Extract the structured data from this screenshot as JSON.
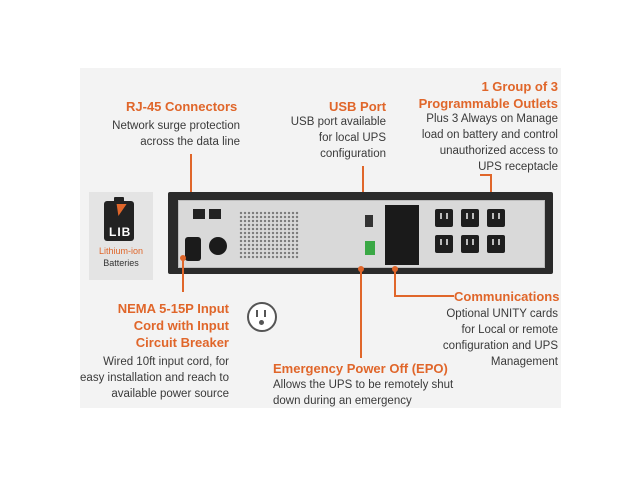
{
  "colors": {
    "accent": "#e0662a",
    "text": "#3a3a3a",
    "panel": "#f3f3f3"
  },
  "rj45": {
    "heading": "RJ-45 Connectors",
    "desc": [
      "Network surge protection",
      "across the data line"
    ]
  },
  "usb": {
    "heading": "USB Port",
    "desc": [
      "USB port available",
      "for local UPS",
      "configuration"
    ]
  },
  "outlets": {
    "heading": [
      "1 Group of 3",
      "Programmable Outlets"
    ],
    "desc": [
      "Plus 3 Always on Manage",
      "load on battery and control",
      "unauthorized access to",
      "UPS receptacle"
    ]
  },
  "lib": {
    "icon_text": "LIB",
    "label1": "Lithium-ion",
    "label2": "Batteries"
  },
  "communications": {
    "heading": "Communications",
    "desc": [
      "Optional UNITY cards",
      "for Local or remote",
      "configuration and UPS",
      "Management"
    ]
  },
  "nema": {
    "heading": [
      "NEMA 5-15P Input",
      "Cord with Input",
      "Circuit Breaker"
    ],
    "desc": [
      "Wired 10ft input cord, for",
      "easy installation and reach to",
      "available power source"
    ]
  },
  "epo": {
    "heading": "Emergency Power Off (EPO)",
    "desc": [
      "Allows the UPS to be remotely shut",
      "down during an emergency"
    ]
  }
}
